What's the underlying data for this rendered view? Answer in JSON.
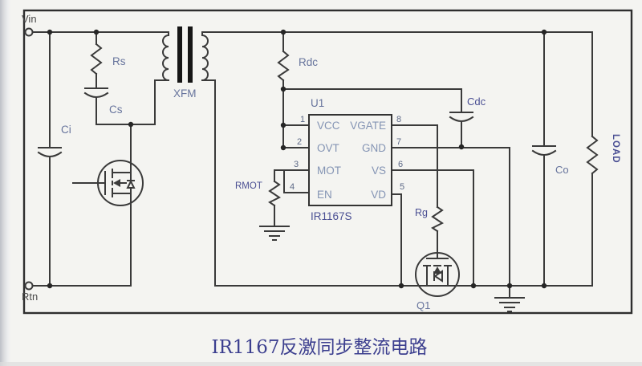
{
  "diagram": {
    "caption": "IR1167反激同步整流电路",
    "terminals": {
      "vin": "Vin",
      "rtn": "Rtn"
    },
    "components": {
      "ci": "Ci",
      "rs": "Rs",
      "cs": "Cs",
      "xfm": "XFM",
      "rdc": "Rdc",
      "cdc": "Cdc",
      "co": "Co",
      "load": "LOAD",
      "rmot": "RMOT",
      "rg": "Rg",
      "q1": "Q1"
    },
    "ic": {
      "designator": "U1",
      "part": "IR1167S",
      "left_pins": [
        {
          "num": "1",
          "name": "VCC"
        },
        {
          "num": "2",
          "name": "OVT"
        },
        {
          "num": "3",
          "name": "MOT"
        },
        {
          "num": "4",
          "name": "EN"
        }
      ],
      "right_pins": [
        {
          "num": "8",
          "name": "VGATE"
        },
        {
          "num": "7",
          "name": "GND"
        },
        {
          "num": "6",
          "name": "VS"
        },
        {
          "num": "5",
          "name": "VD"
        }
      ]
    },
    "colors": {
      "wire": "#3a3a3a",
      "border": "#2e2e2e",
      "component_label": "#66739c",
      "pin_name": "#8494b4",
      "pin_number": "#5c6886",
      "navy_label": "#4a4f93",
      "terminal_label": "#4a4a4a",
      "caption": "#3c3f8f",
      "background": "#f4f4f1"
    }
  }
}
